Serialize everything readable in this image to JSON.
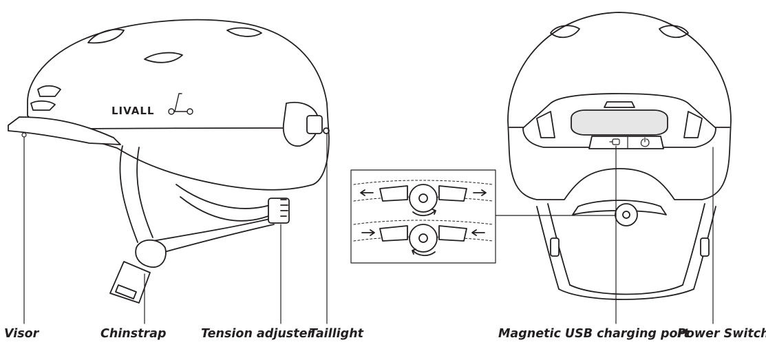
{
  "brand_text": "LIVALL",
  "labels": {
    "visor": "Visor",
    "chinstrap": "Chinstrap",
    "tension_adjuster": "Tension adjuster",
    "taillight": "Taillight",
    "usb_port": "Magnetic USB charging port",
    "power_switch": "Power Switch"
  },
  "colors": {
    "line": "#231f20",
    "shade": "#e6e6e6",
    "background": "#ffffff"
  },
  "icons": [
    "scooter-icon",
    "magnet-usb-icon",
    "power-icon",
    "arrow-left-icon",
    "arrow-right-icon",
    "rotate-arrow-icon"
  ]
}
